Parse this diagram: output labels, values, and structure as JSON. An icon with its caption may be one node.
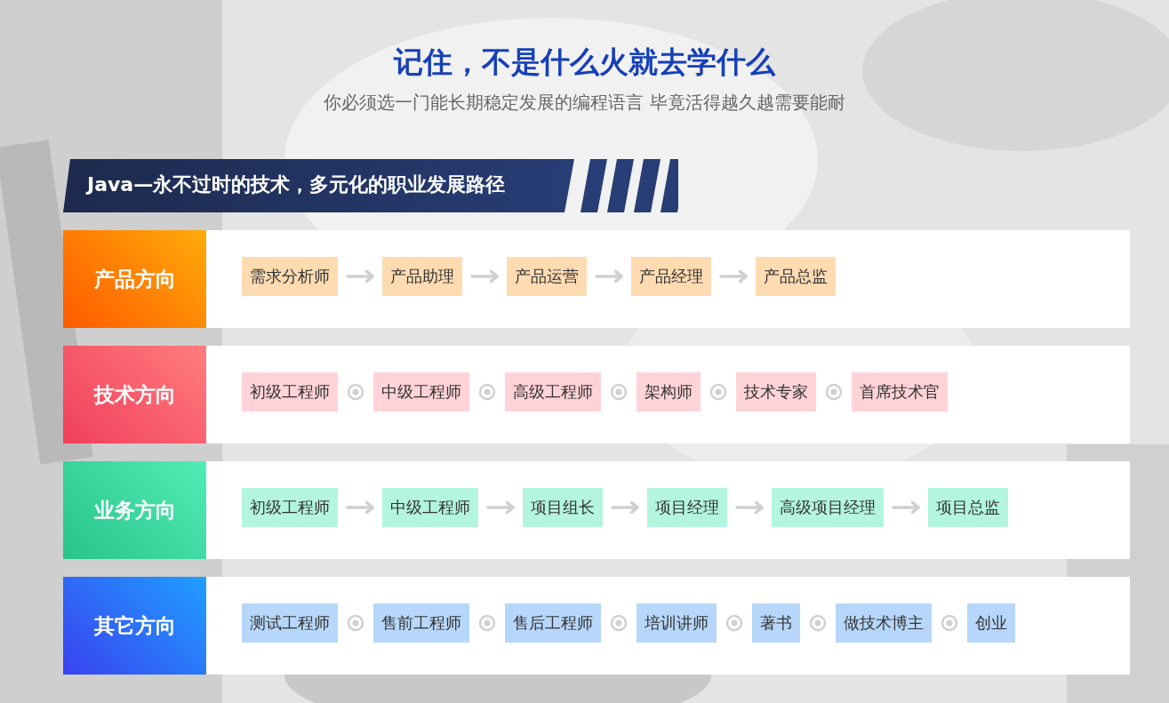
{
  "diagram": {
    "title": "记住，不是什么火就去学什么",
    "nodes": [
      {
        "text": [
          "Java—永不过时的技术，多元化的职业发展路径"
        ]
      },
      {
        "text": [
          "产品方向"
        ]
      },
      {
        "text": [
          "需求分析师"
        ]
      },
      {
        "text": [
          "产品助理"
        ]
      },
      {
        "text": [
          "产品运营"
        ]
      },
      {
        "text": [
          "产品经理"
        ]
      },
      {
        "text": [
          "产品总监"
        ]
      },
      {
        "text": [
          "技术方向"
        ]
      },
      {
        "text": [
          "初级工程师"
        ]
      },
      {
        "text": [
          "中级工程师"
        ]
      },
      {
        "text": [
          "高级工程师"
        ]
      },
      {
        "text": [
          "架构师"
        ]
      },
      {
        "text": [
          "技术专家"
        ]
      },
      {
        "text": [
          "首席技术官"
        ]
      },
      {
        "text": [
          "业务方向"
        ]
      },
      {
        "text": [
          "初级工程师"
        ]
      },
      {
        "text": [
          "中级工程师"
        ]
      },
      {
        "text": [
          "项目组长"
        ]
      },
      {
        "text": [
          "项目经理"
        ]
      },
      {
        "text": [
          "高级项目经理"
        ]
      },
      {
        "text": [
          "项目总监"
        ]
      },
      {
        "text": [
          "其它方向"
        ]
      },
      {
        "text": [
          "测试工程师"
        ]
      },
      {
        "text": [
          "售前工程师"
        ]
      },
      {
        "text": [
          "售后工程师"
        ]
      },
      {
        "text": [
          "培训讲师"
        ]
      },
      {
        "text": [
          "著书"
        ]
      },
      {
        "text": [
          "做技术博主"
        ]
      },
      {
        "text": [
          "创业"
        ]
      }
    ],
    "edges": [
      {
        "from": 2,
        "to": 3,
        "arrow": "to"
      },
      {
        "from": 3,
        "to": 4,
        "arrow": "to"
      },
      {
        "from": 4,
        "to": 5,
        "arrow": "to"
      },
      {
        "from": 5,
        "to": 6,
        "arrow": "to"
      },
      {
        "from": 15,
        "to": 16,
        "arrow": "to"
      },
      {
        "from": 16,
        "to": 17,
        "arrow": "to"
      },
      {
        "from": 17,
        "to": 18,
        "arrow": "to"
      },
      {
        "from": 18,
        "to": 19,
        "arrow": "to"
      },
      {
        "from": 19,
        "to": 20,
        "arrow": "to"
      }
    ],
    "labels": [
      "你必须选一门能长期稳定发展的编程语言 毕竟活得越久越需要能耐"
    ]
  }
}
